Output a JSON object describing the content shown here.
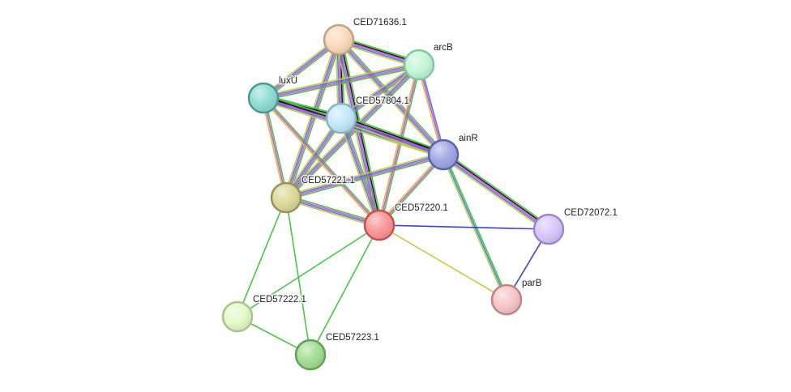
{
  "network": {
    "evidence_colors": {
      "neighborhood": "#3cc43c",
      "coexpression": "#101010",
      "experimental": "#e340e3",
      "database": "#3a7fd9",
      "textmining": "#c8c83c",
      "fusion": "#ff3333",
      "cooccurrence": "#3434d9"
    },
    "nodes": [
      {
        "id": "CED71636.1",
        "label": "CED71636.1",
        "fill": "#fbd9b9",
        "stroke": "#c0a283"
      },
      {
        "id": "arcB",
        "label": "arcB",
        "fill": "#c2f6d6",
        "stroke": "#80c89b"
      },
      {
        "id": "luxU",
        "label": "luxU",
        "fill": "#8ddbd3",
        "stroke": "#4b9a92"
      },
      {
        "id": "CED57804.1",
        "label": "CED57804.1",
        "fill": "#c3e7f9",
        "stroke": "#86b2c7"
      },
      {
        "id": "ainR",
        "label": "ainR",
        "fill": "#9fa5e3",
        "stroke": "#5a63ad"
      },
      {
        "id": "CED57221.1",
        "label": "CED57221.1",
        "fill": "#dbd896",
        "stroke": "#96935a"
      },
      {
        "id": "CED57220.1",
        "label": "CED57220.1",
        "fill": "#fb9494",
        "stroke": "#c55050"
      },
      {
        "id": "CED72072.1",
        "label": "CED72072.1",
        "fill": "#d7c5fa",
        "stroke": "#9a88c4"
      },
      {
        "id": "parB",
        "label": "parB",
        "fill": "#f6c5c7",
        "stroke": "#bf8486"
      },
      {
        "id": "CED57222.1",
        "label": "CED57222.1",
        "fill": "#e2fac5",
        "stroke": "#a8c48a"
      },
      {
        "id": "CED57223.1",
        "label": "CED57223.1",
        "fill": "#a2dc94",
        "stroke": "#5fa352"
      }
    ],
    "edges": [
      {
        "source": "CED71636.1",
        "target": "arcB",
        "evidence": [
          "neighborhood",
          "coexpression",
          "experimental",
          "database",
          "textmining"
        ]
      },
      {
        "source": "CED71636.1",
        "target": "luxU",
        "evidence": [
          "neighborhood",
          "experimental",
          "database",
          "textmining"
        ]
      },
      {
        "source": "CED71636.1",
        "target": "CED57804.1",
        "evidence": [
          "neighborhood",
          "coexpression",
          "experimental",
          "database",
          "textmining"
        ]
      },
      {
        "source": "CED71636.1",
        "target": "ainR",
        "evidence": [
          "neighborhood",
          "experimental",
          "database",
          "textmining"
        ]
      },
      {
        "source": "CED71636.1",
        "target": "CED57221.1",
        "evidence": [
          "neighborhood",
          "experimental",
          "database",
          "textmining"
        ]
      },
      {
        "source": "CED71636.1",
        "target": "CED57220.1",
        "evidence": [
          "neighborhood",
          "coexpression",
          "experimental",
          "database",
          "textmining"
        ]
      },
      {
        "source": "arcB",
        "target": "luxU",
        "evidence": [
          "neighborhood",
          "experimental",
          "database",
          "textmining"
        ]
      },
      {
        "source": "arcB",
        "target": "CED57804.1",
        "evidence": [
          "neighborhood",
          "experimental",
          "database",
          "textmining"
        ]
      },
      {
        "source": "arcB",
        "target": "ainR",
        "evidence": [
          "database",
          "experimental",
          "textmining"
        ]
      },
      {
        "source": "arcB",
        "target": "CED57221.1",
        "evidence": [
          "neighborhood",
          "experimental",
          "database",
          "textmining"
        ]
      },
      {
        "source": "arcB",
        "target": "CED57220.1",
        "evidence": [
          "neighborhood",
          "experimental",
          "textmining"
        ]
      },
      {
        "source": "luxU",
        "target": "CED57804.1",
        "evidence": [
          "neighborhood",
          "coexpression",
          "experimental",
          "database",
          "textmining"
        ]
      },
      {
        "source": "luxU",
        "target": "ainR",
        "evidence": [
          "neighborhood",
          "coexpression",
          "experimental",
          "database",
          "textmining"
        ]
      },
      {
        "source": "luxU",
        "target": "CED57221.1",
        "evidence": [
          "neighborhood",
          "experimental",
          "textmining"
        ]
      },
      {
        "source": "luxU",
        "target": "CED57220.1",
        "evidence": [
          "neighborhood",
          "experimental",
          "textmining"
        ]
      },
      {
        "source": "CED57804.1",
        "target": "ainR",
        "evidence": [
          "neighborhood",
          "coexpression",
          "experimental",
          "database",
          "textmining"
        ]
      },
      {
        "source": "CED57804.1",
        "target": "CED57221.1",
        "evidence": [
          "neighborhood",
          "experimental",
          "database",
          "textmining"
        ]
      },
      {
        "source": "CED57804.1",
        "target": "CED57220.1",
        "evidence": [
          "neighborhood",
          "experimental",
          "database",
          "textmining"
        ]
      },
      {
        "source": "ainR",
        "target": "CED57221.1",
        "evidence": [
          "neighborhood",
          "experimental",
          "database",
          "textmining"
        ]
      },
      {
        "source": "ainR",
        "target": "CED57220.1",
        "evidence": [
          "neighborhood",
          "experimental",
          "textmining"
        ]
      },
      {
        "source": "ainR",
        "target": "CED72072.1",
        "evidence": [
          "neighborhood",
          "coexpression",
          "experimental",
          "database",
          "textmining"
        ]
      },
      {
        "source": "ainR",
        "target": "parB",
        "evidence": [
          "neighborhood",
          "database",
          "textmining"
        ]
      },
      {
        "source": "CED57221.1",
        "target": "CED57220.1",
        "evidence": [
          "neighborhood",
          "experimental",
          "database",
          "textmining"
        ]
      },
      {
        "source": "CED57221.1",
        "target": "CED57222.1",
        "evidence": [
          "neighborhood"
        ]
      },
      {
        "source": "CED57221.1",
        "target": "CED57223.1",
        "evidence": [
          "neighborhood"
        ]
      },
      {
        "source": "CED57220.1",
        "target": "CED72072.1",
        "evidence": [
          "cooccurrence"
        ]
      },
      {
        "source": "CED57220.1",
        "target": "parB",
        "evidence": [
          "textmining"
        ]
      },
      {
        "source": "CED57220.1",
        "target": "CED57222.1",
        "evidence": [
          "neighborhood"
        ]
      },
      {
        "source": "CED57220.1",
        "target": "CED57223.1",
        "evidence": [
          "neighborhood"
        ]
      },
      {
        "source": "CED72072.1",
        "target": "parB",
        "evidence": [
          "cooccurrence"
        ]
      },
      {
        "source": "CED57222.1",
        "target": "CED57223.1",
        "evidence": [
          "neighborhood"
        ]
      }
    ]
  }
}
